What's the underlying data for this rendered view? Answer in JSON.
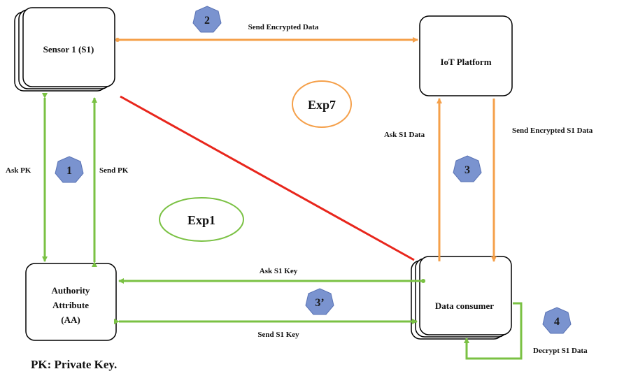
{
  "nodes": {
    "sensor": "Sensor 1 (S1)",
    "platform": "IoT Platform",
    "aa_line1": "Authority",
    "aa_line2": "Attribute",
    "aa_line3": "(AA)",
    "consumer": "Data consumer"
  },
  "edges": {
    "send_encrypted_data": "Send Encrypted Data",
    "ask_pk": "Ask PK",
    "send_pk": "Send PK",
    "ask_s1_data": "Ask S1 Data",
    "send_encrypted_s1_data": "Send Encrypted S1 Data",
    "ask_s1_key": "Ask S1 Key",
    "send_s1_key": "Send S1 Key",
    "decrypt_s1_data": "Decrypt S1 Data"
  },
  "steps": {
    "s1": "1",
    "s2": "2",
    "s3": "3",
    "s3p": "3’",
    "s4": "4"
  },
  "experiments": {
    "exp1": "Exp1",
    "exp7": "Exp7"
  },
  "legend": "PK: Private Key.",
  "colors": {
    "green": "#7ac143",
    "orange": "#f5a04a",
    "red": "#e8261c",
    "badge_fill": "#7a93cf",
    "badge_stroke": "#5a73b5"
  }
}
